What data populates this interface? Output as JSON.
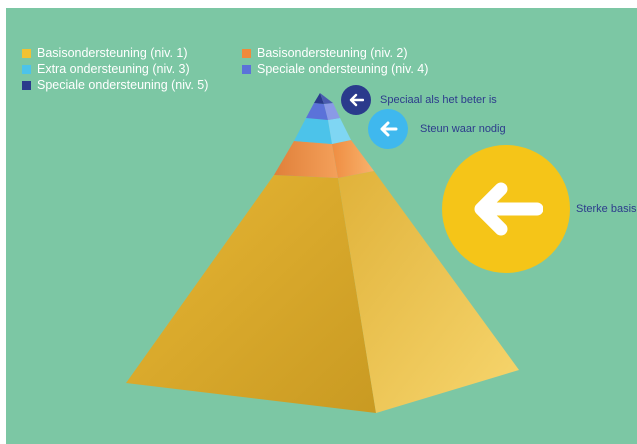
{
  "colors": {
    "background": "#7cc7a4",
    "level1": "#f1c232",
    "level2": "#f08a3a",
    "level3": "#4cc3ea",
    "level4": "#5b72d9",
    "level5": "#2a3a8c",
    "label_text": "#2d3b8c"
  },
  "legend": [
    {
      "label": "Basisondersteuning (niv. 1)",
      "color": "#f1c232"
    },
    {
      "label": "Basisondersteuning (niv. 2)",
      "color": "#f08a3a"
    },
    {
      "label": "Extra ondersteuning (niv. 3)",
      "color": "#4cc3ea"
    },
    {
      "label": "Speciale ondersteuning (niv. 4)",
      "color": "#5b72d9"
    },
    {
      "label": "Speciale ondersteuning (niv. 5)",
      "color": "#2a3a8c"
    }
  ],
  "callouts": [
    {
      "label": "Speciaal als het beter is",
      "icon": "arrow-left-icon",
      "color": "#2a3a8c"
    },
    {
      "label": "Steun waar nodig",
      "icon": "arrow-left-icon",
      "color": "#3fb8ee"
    },
    {
      "label": "Sterke basis",
      "icon": "arrow-left-icon",
      "color": "#f5c518"
    }
  ]
}
